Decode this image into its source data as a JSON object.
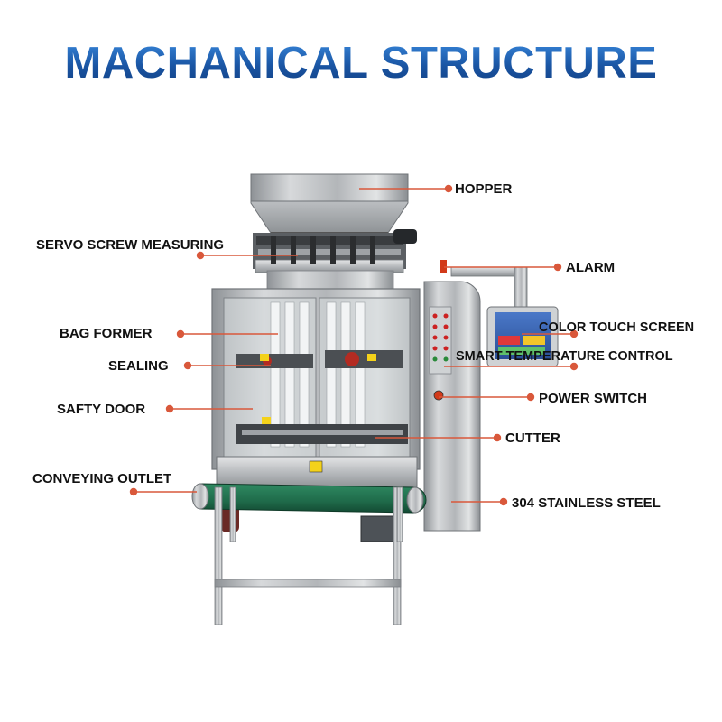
{
  "title": "MACHANICAL STRUCTURE",
  "colors": {
    "title": "#1f5fa8",
    "leader_line": "#d9583b",
    "conveyor_belt": "#1f6b4a",
    "steel": "#b9bcc0"
  },
  "labels": {
    "hopper": "HOPPER",
    "servo_screw_measuring": "SERVO SCREW MEASURING",
    "alarm": "ALARM",
    "color_touch_screen": "COLOR TOUCH SCREEN",
    "bag_former": "BAG FORMER",
    "smart_temperature_control": "SMART TEMPERATURE CONTROL",
    "sealing": "SEALING",
    "power_switch": "POWER SWITCH",
    "safty_door": "SAFTY DOOR",
    "cutter": "CUTTER",
    "conveying_outlet": "CONVEYING OUTLET",
    "stainless_steel": "304 STAINLESS STEEL"
  }
}
